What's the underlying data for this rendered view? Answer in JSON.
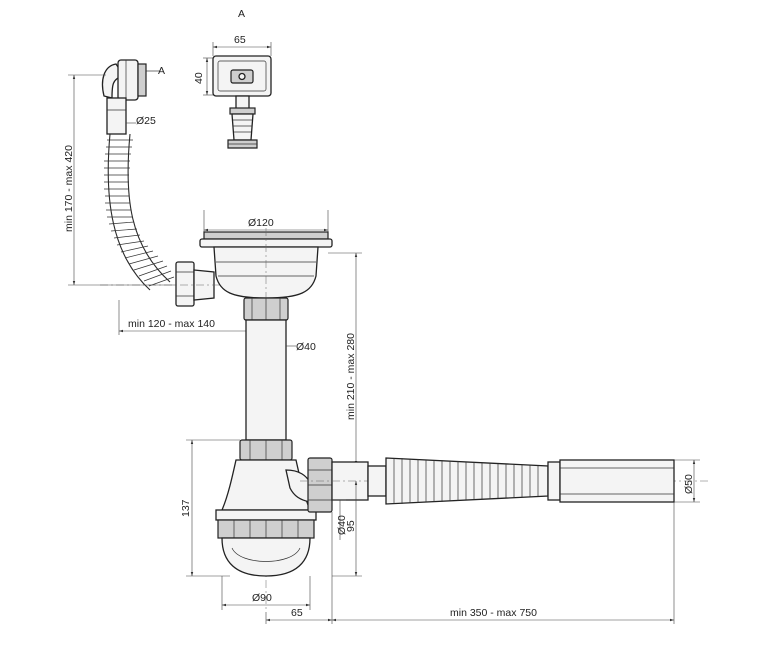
{
  "view": {
    "label": "A"
  },
  "detail_a": {
    "width": "65",
    "height": "40"
  },
  "overflow": {
    "section_marker": "A",
    "diameter": "Ø25",
    "height_range": "min 170 - max 420"
  },
  "sink": {
    "diameter": "Ø120",
    "reach": "min 120 - max 140"
  },
  "pipe": {
    "diameter": "Ø40",
    "height_range": "min 210 - max 280"
  },
  "trap": {
    "height": "137",
    "outlet_height": "95",
    "outlet_diameter": "Ø40",
    "bottom_diameter": "Ø90",
    "offset": "65"
  },
  "drain_hose": {
    "length_range": "min 350 - max 750",
    "end_diameter": "Ø50"
  }
}
